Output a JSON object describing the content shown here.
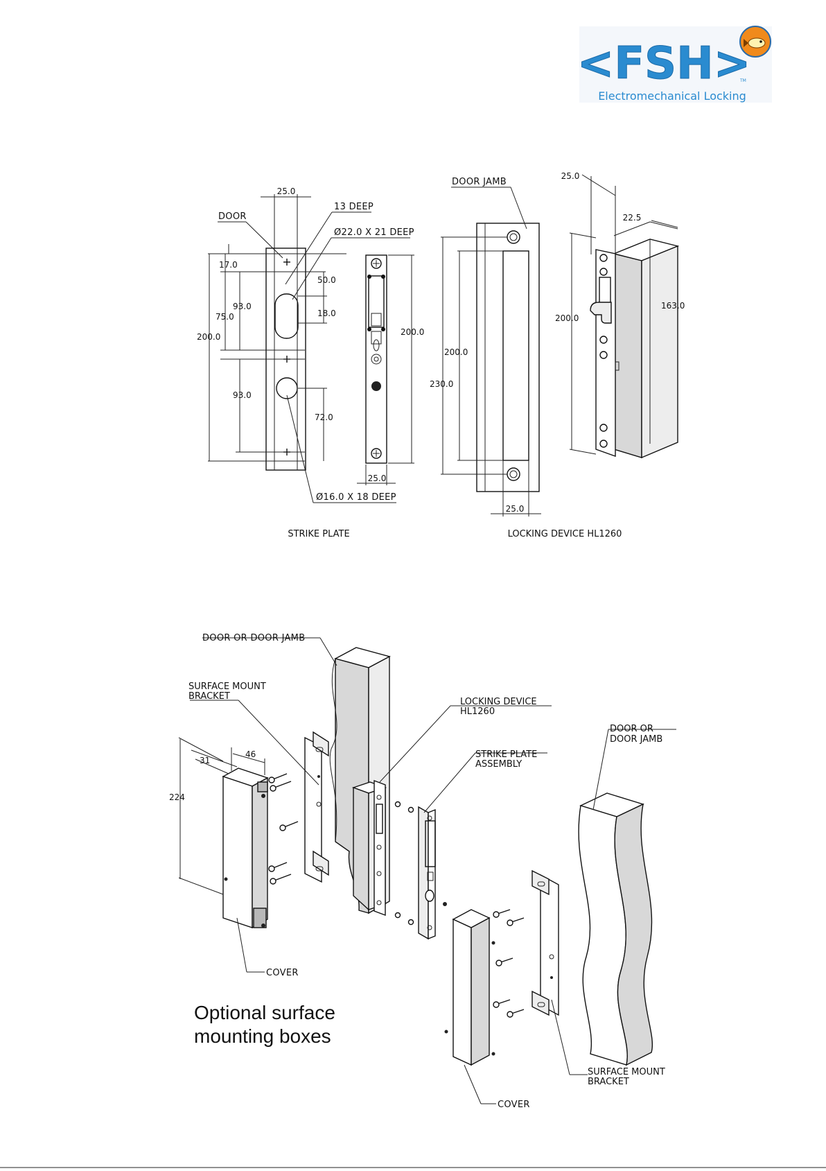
{
  "logo": {
    "wordmark": "<FSH>",
    "tagline": "Electromechanical Locking",
    "tm": "TM",
    "colors": {
      "brand_blue": "#2a8bd0",
      "fish_orange": "#f08a1c"
    }
  },
  "technical_drawing": {
    "strike_plate": {
      "caption": "STRIKE PLATE",
      "callouts": {
        "door": "DOOR",
        "depth13": "13 DEEP",
        "hole22": "Ø22.0 X 21 DEEP",
        "hole16": "Ø16.0 X 18 DEEP"
      },
      "dimensions": {
        "width_top": "25.0",
        "d17": "17.0",
        "d93a": "93.0",
        "d75": "75.0",
        "d200": "200.0",
        "d93b": "93.0",
        "d50": "50.0",
        "d18": "18.0",
        "d72": "72.0",
        "plate_length": "200.0",
        "plate_width": "25.0"
      }
    },
    "locking_device": {
      "caption": "LOCKING DEVICE HL1260",
      "callouts": {
        "door_jamb": "DOOR JAMB"
      },
      "dimensions": {
        "d200": "200.0",
        "d230": "230.0",
        "bottom_width": "25.0",
        "top_width": "25.0",
        "depth": "22.5",
        "body_height": "163.0",
        "front_height": "200.0"
      }
    }
  },
  "exploded_view": {
    "callouts": {
      "door_or_jamb_top": "DOOR OR DOOR JAMB",
      "surface_mount_bracket_left": "SURFACE MOUNT BRACKET",
      "locking_device": "LOCKING DEVICE HL1260",
      "strike_plate_assembly": "STRIKE PLATE ASSEMBLY",
      "door_or_jamb_right": "DOOR OR DOOR JAMB",
      "cover_left": "COVER",
      "cover_right": "COVER",
      "surface_mount_bracket_right": "SURFACE MOUNT BRACKET"
    },
    "dimensions": {
      "height": "224",
      "width": "31",
      "depth": "46"
    },
    "caption": "Optional surface mounting boxes"
  }
}
